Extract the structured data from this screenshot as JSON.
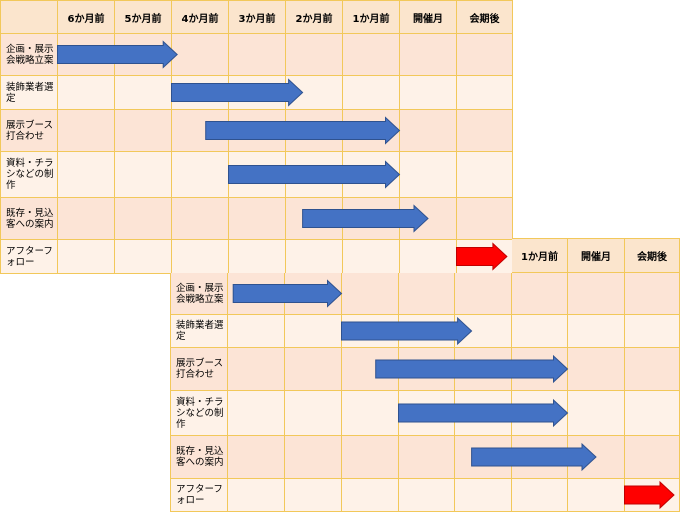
{
  "chart_data": [
    {
      "type": "gantt",
      "columns": [
        "6か月前",
        "5か月前",
        "4か月前",
        "3か月前",
        "2か月前",
        "1か月前",
        "開催月",
        "会期後"
      ],
      "tasks": [
        {
          "label": "企画・展示会戦略立案",
          "start": 0,
          "end": 2.1,
          "color": "#4472c4"
        },
        {
          "label": "装飾業者選定",
          "start": 2.0,
          "end": 4.3,
          "color": "#4472c4"
        },
        {
          "label": "展示ブース打合わせ",
          "start": 2.6,
          "end": 6.0,
          "color": "#4472c4"
        },
        {
          "label": "資料・チラシなどの制作",
          "start": 3.0,
          "end": 6.0,
          "color": "#4472c4"
        },
        {
          "label": "既存・見込客への案内",
          "start": 4.3,
          "end": 6.5,
          "color": "#4472c4"
        },
        {
          "label": "アフターフォロー",
          "start": 7.0,
          "end": 7.9,
          "color": "#ff0000"
        }
      ]
    },
    {
      "type": "gantt",
      "columns": [
        "",
        "",
        "",
        "",
        "",
        "1か月前",
        "開催月",
        "会期後"
      ],
      "tasks": [
        {
          "label": "企画・展示会戦略立案",
          "start": 0.1,
          "end": 2.0,
          "color": "#4472c4"
        },
        {
          "label": "装飾業者選定",
          "start": 2.0,
          "end": 4.3,
          "color": "#4472c4"
        },
        {
          "label": "展示ブース打合わせ",
          "start": 2.6,
          "end": 6.0,
          "color": "#4472c4"
        },
        {
          "label": "資料・チラシなどの制作",
          "start": 3.0,
          "end": 6.0,
          "color": "#4472c4"
        },
        {
          "label": "既存・見込客への案内",
          "start": 4.3,
          "end": 6.5,
          "color": "#4472c4"
        },
        {
          "label": "アフターフォロー",
          "start": 7.0,
          "end": 7.9,
          "color": "#ff0000"
        }
      ]
    }
  ]
}
